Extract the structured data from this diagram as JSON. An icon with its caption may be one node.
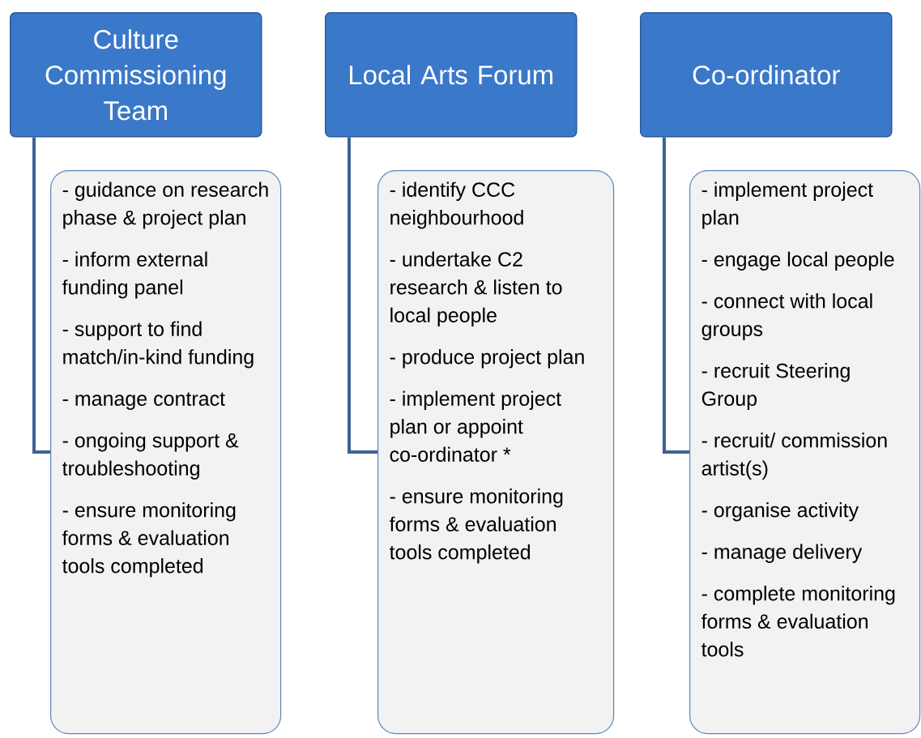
{
  "diagram": {
    "nodes": [
      {
        "text": [
          "Culture Commissioning Team"
        ]
      },
      {
        "text": [
          "Local Arts Forum"
        ]
      },
      {
        "text": [
          "Co-ordinator"
        ]
      },
      {
        "text": [
          "- guidance on research phase & project plan",
          "- inform external funding panel",
          "- support to find match/in-kind funding",
          "- manage contract",
          "- ongoing support & troubleshooting",
          "- ensure monitoring forms & evaluation tools completed"
        ]
      },
      {
        "text": [
          "- identify CCC neighbourhood",
          "- undertake C2 research & listen to local people",
          "- produce project plan",
          "- implement project plan or appoint co-ordinator *",
          "- ensure monitoring forms & evaluation tools completed"
        ]
      },
      {
        "text": [
          "- implement project plan",
          "- engage local people",
          "- connect with local groups",
          "- recruit Steering Group",
          "- recruit/ commission artist(s)",
          "- organise activity",
          "- manage delivery",
          "- complete monitoring forms & evaluation tools"
        ]
      }
    ],
    "edges": [
      {
        "from": 0,
        "to": 3,
        "arrow": "none"
      },
      {
        "from": 1,
        "to": 4,
        "arrow": "none"
      },
      {
        "from": 2,
        "to": 5,
        "arrow": "none"
      }
    ]
  }
}
